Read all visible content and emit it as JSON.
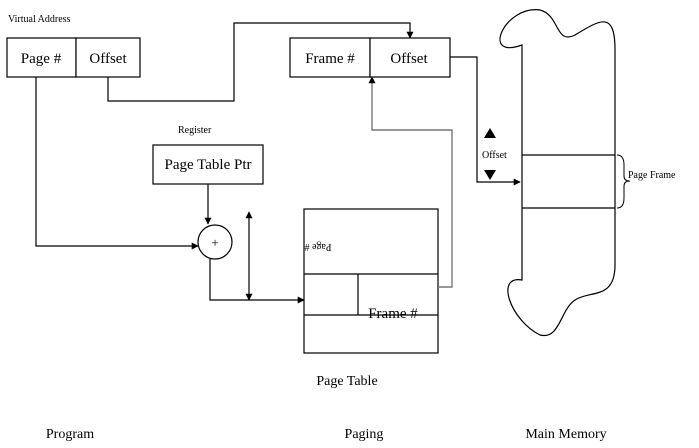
{
  "virtual_address": {
    "caption": "Virtual Address",
    "page_field": "Page #",
    "offset_field": "Offset"
  },
  "physical_address": {
    "frame_field": "Frame #",
    "offset_field": "Offset"
  },
  "register": {
    "caption": "Register",
    "label": "Page Table Ptr"
  },
  "adder": {
    "symbol": "+"
  },
  "page_table": {
    "rotated_label": "Page #",
    "entry_label": "Frame #",
    "caption": "Page Table"
  },
  "main_memory": {
    "offset_label": "Offset",
    "page_frame_label": "Page Frame"
  },
  "sections": {
    "program": "Program",
    "paging": "Paging",
    "main_memory": "Main Memory"
  }
}
